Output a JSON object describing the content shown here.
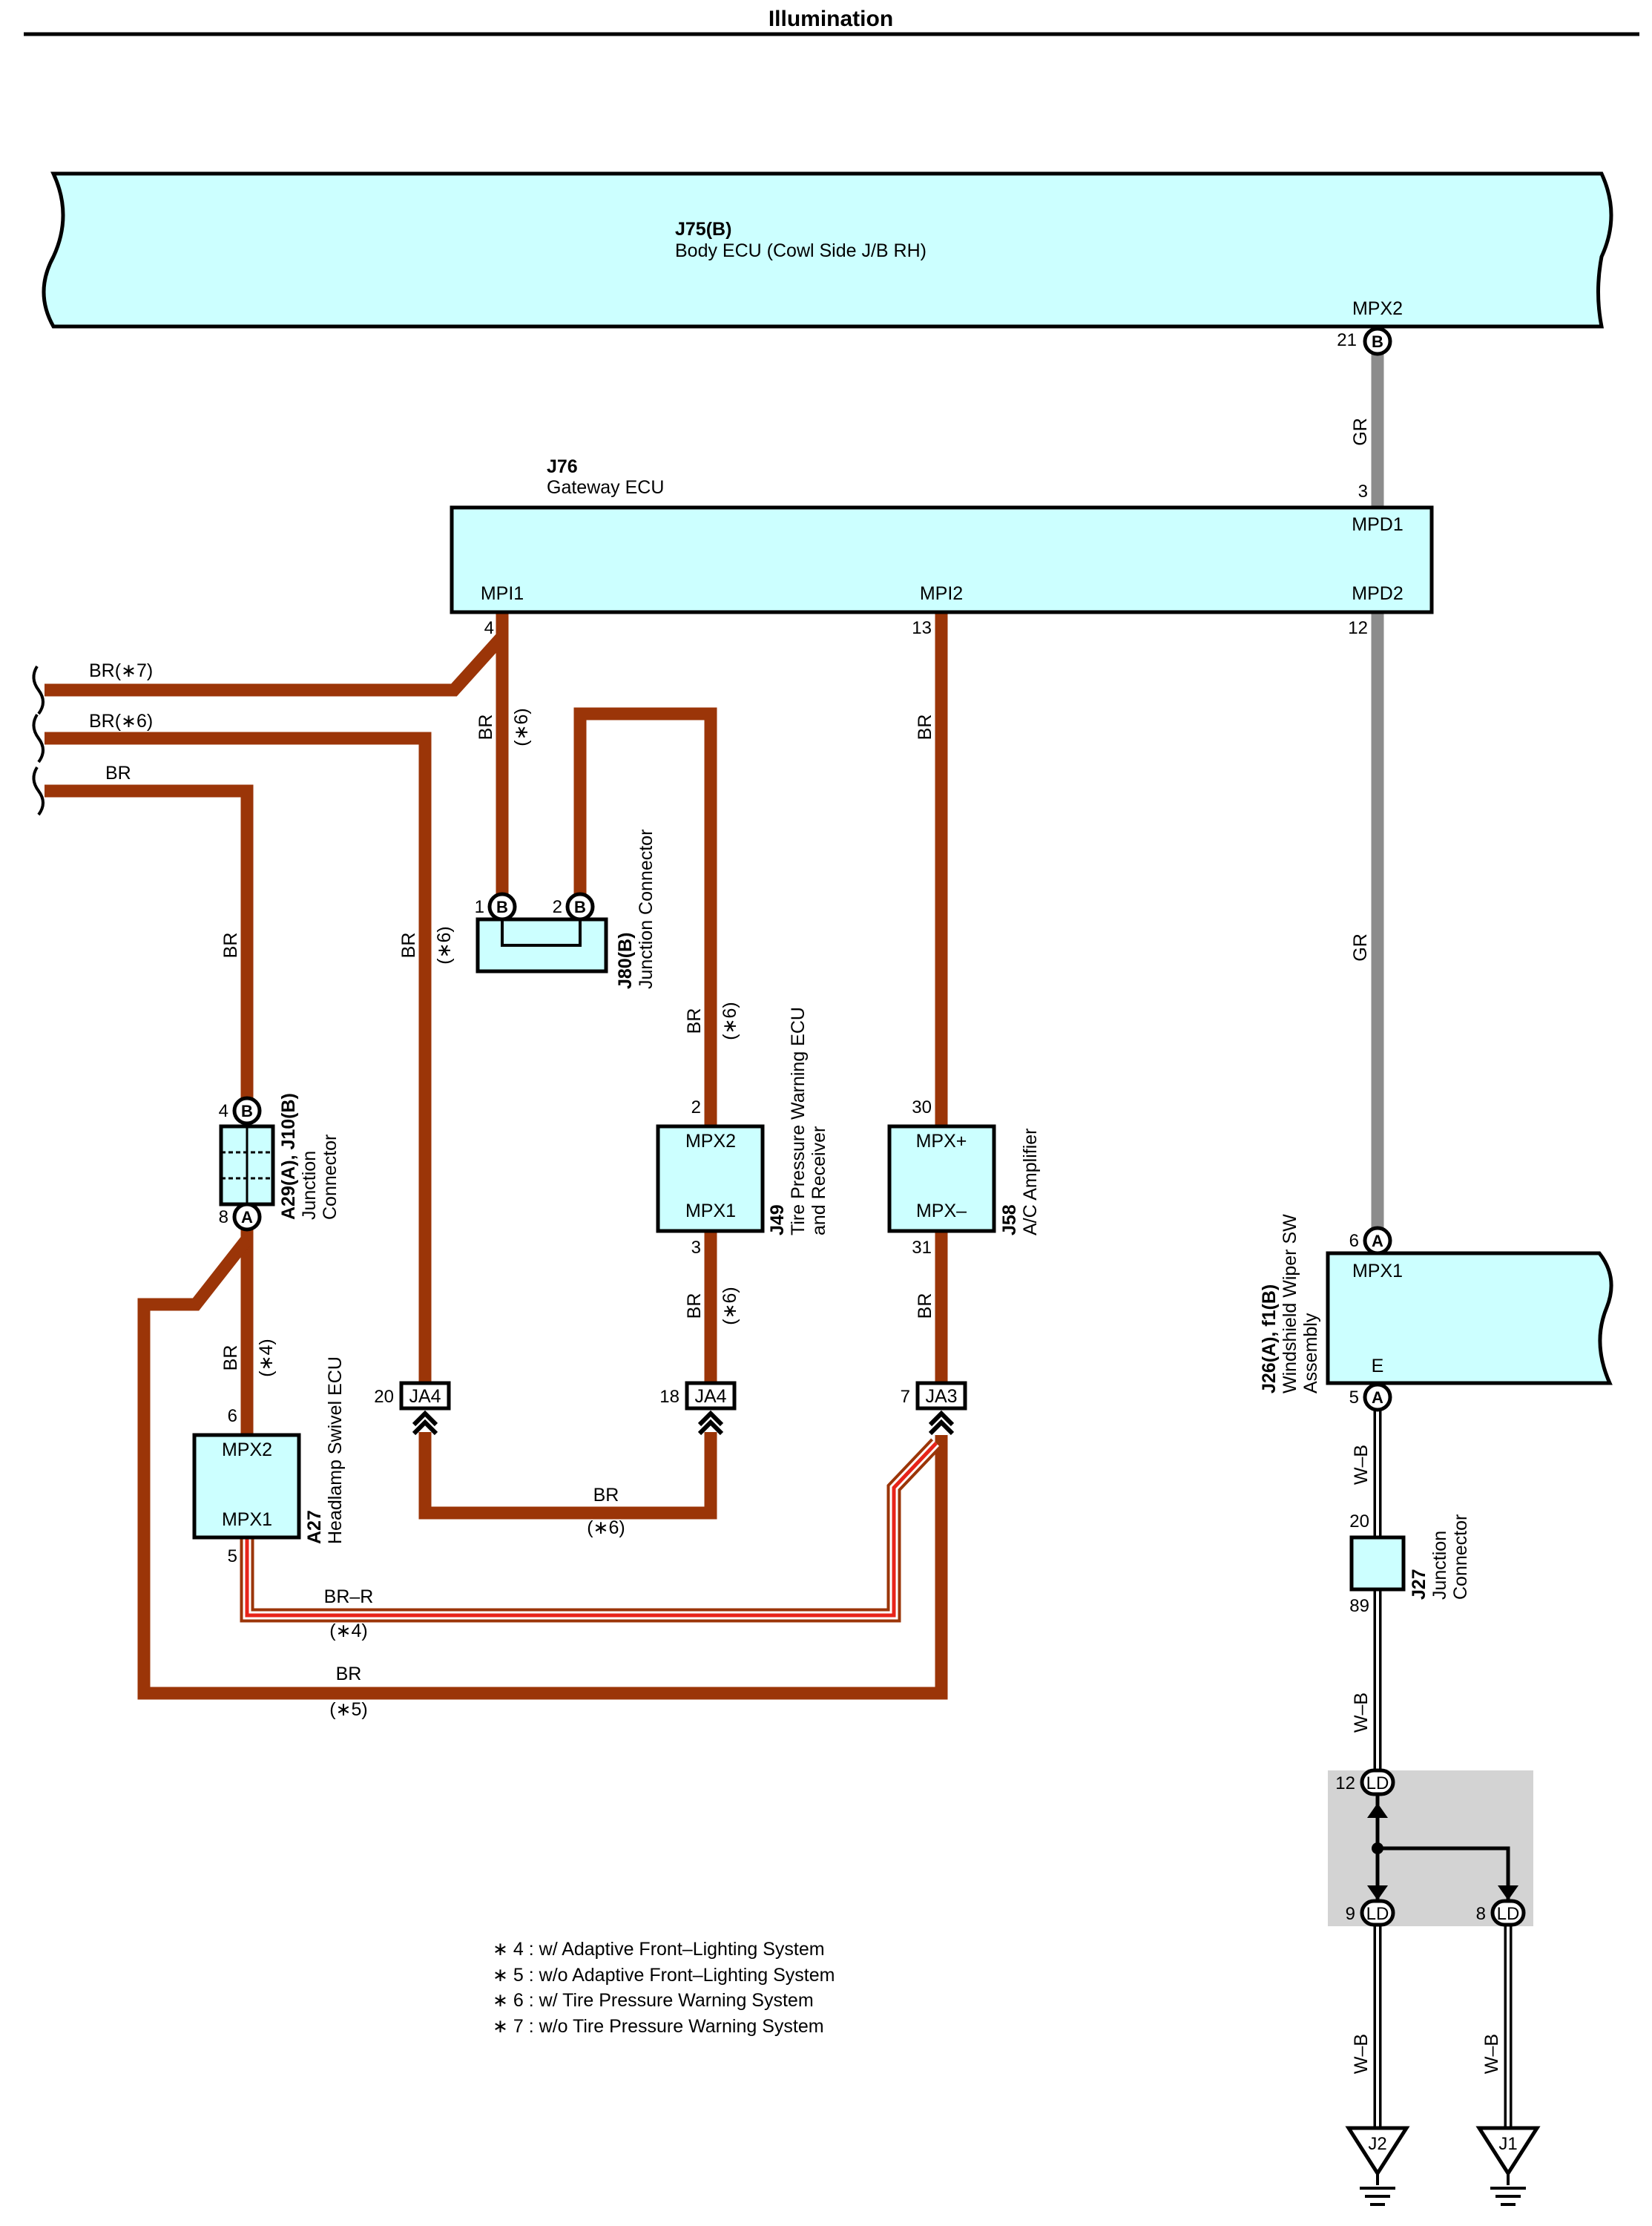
{
  "title": "Illumination",
  "components": {
    "j75": {
      "id": "J75(B)",
      "name": "Body ECU (Cowl Side J/B RH)",
      "pin_name": "MPX2",
      "pin_no": "21",
      "pin_letter": "B"
    },
    "j76": {
      "id": "J76",
      "name": "Gateway ECU",
      "mpi1": "MPI1",
      "mpi2": "MPI2",
      "mpd1": "MPD1",
      "mpd2": "MPD2",
      "pin_mpi1": "4",
      "pin_mpi2": "13",
      "pin_mpd1": "3",
      "pin_mpd2": "12"
    },
    "j80": {
      "id": "J80(B)",
      "name": "Junction Connector",
      "pin1": "1",
      "pin2": "2",
      "letter": "B"
    },
    "a29": {
      "id": "A29(A), J10(B)",
      "name_l1": "Junction",
      "name_l2": "Connector",
      "pin_top": "4",
      "pin_top_letter": "B",
      "pin_bot": "8",
      "pin_bot_letter": "A"
    },
    "j49": {
      "id": "J49",
      "name_l1": "Tire Pressure Warning ECU",
      "name_l2": "and Receiver",
      "top": "MPX2",
      "bot": "MPX1",
      "pin_top": "2",
      "pin_bot": "3"
    },
    "j58": {
      "id": "J58",
      "name": "A/C Amplifier",
      "top": "MPX+",
      "bot": "MPX–",
      "pin_top": "30",
      "pin_bot": "31"
    },
    "a27": {
      "id": "A27",
      "name": "Headlamp Swivel ECU",
      "top": "MPX2",
      "bot": "MPX1",
      "pin_top": "6",
      "pin_bot": "5"
    },
    "j26": {
      "id": "J26(A), f1(B)",
      "name_l1": "Windshield Wiper SW",
      "name_l2": "Assembly",
      "top": "MPX1",
      "bot": "E",
      "pin_top": "6",
      "pin_top_letter": "A",
      "pin_bot": "5",
      "pin_bot_letter": "A"
    },
    "j27": {
      "id": "J27",
      "name_l1": "Junction",
      "name_l2": "Connector",
      "pin_top": "20",
      "pin_bot": "89"
    },
    "ja4a": {
      "label": "JA4",
      "pin": "20"
    },
    "ja4b": {
      "label": "JA4",
      "pin": "18"
    },
    "ja3": {
      "label": "JA3",
      "pin": "7"
    },
    "ld": {
      "label": "LD",
      "pin_top": "12",
      "pin_left": "9",
      "pin_right": "8"
    },
    "gnd_j2": "J2",
    "gnd_j1": "J1"
  },
  "wires": {
    "br_star7": "BR(∗7)",
    "br_star6": "BR(∗6)",
    "br": "BR",
    "gr": "GR",
    "br_r": "BR–R",
    "w_b": "W–B",
    "note4": "(∗4)",
    "note5": "(∗5)",
    "note6": "(∗6)"
  },
  "footnotes": [
    "∗ 4 : w/ Adaptive Front–Lighting System",
    "∗ 5 : w/o Adaptive Front–Lighting System",
    "∗ 6 : w/ Tire Pressure Warning System",
    "∗ 7 : w/o Tire Pressure Warning System"
  ],
  "colors": {
    "br": "#9b3508",
    "gr": "#8c8c8c",
    "ecu_fill": "#ccffff",
    "shade": "#d3d3d3"
  }
}
